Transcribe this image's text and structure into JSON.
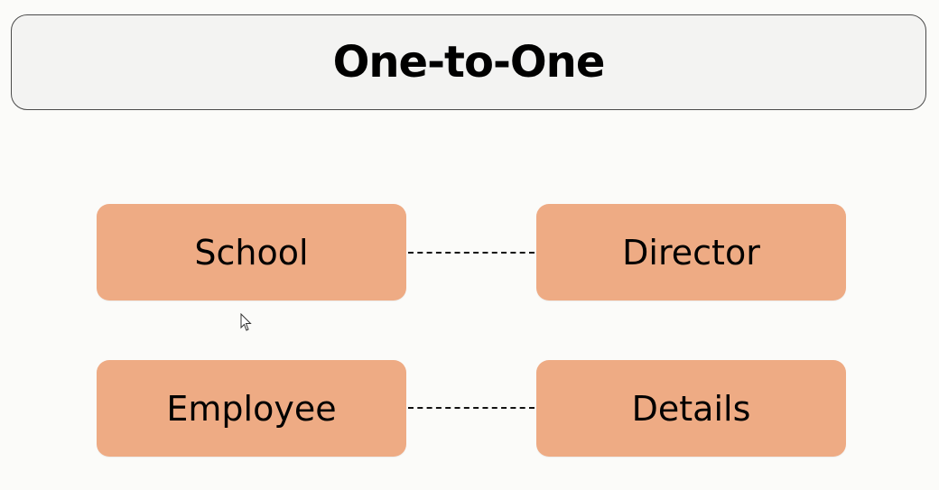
{
  "title": "One-to-One",
  "colors": {
    "entity_fill": "#eeab84",
    "connector": "#111111"
  },
  "relationships": [
    {
      "left": "School",
      "right": "Director"
    },
    {
      "left": "Employee",
      "right": "Details"
    }
  ]
}
